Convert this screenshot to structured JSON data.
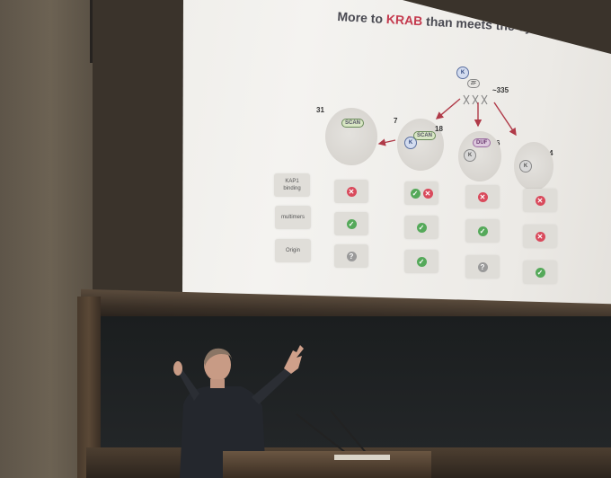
{
  "slide": {
    "title_prefix": "More to ",
    "title_highlight": "KRAB",
    "title_suffix": " than meets the eye",
    "root": {
      "k_label": "K",
      "zf_label": "ZF",
      "count": "~335"
    },
    "groups": [
      {
        "count": "31",
        "domains": [
          "SCAN"
        ]
      },
      {
        "count": "7",
        "domains": [
          "K"
        ]
      },
      {
        "count": "18",
        "domains": [
          "SCAN"
        ]
      },
      {
        "count": "6",
        "domains": [
          "K",
          "DUF"
        ]
      },
      {
        "count": "4",
        "domains": [
          "K"
        ]
      }
    ],
    "rows": [
      {
        "label": "KAP1\nbinding",
        "cells": [
          [
            "x"
          ],
          [
            "check",
            "x"
          ],
          [
            "x"
          ],
          [
            "x"
          ]
        ]
      },
      {
        "label": "multimers",
        "cells": [
          [
            "check"
          ],
          [
            "check"
          ],
          [
            "check"
          ],
          [
            "x"
          ]
        ]
      },
      {
        "label": "Origin",
        "cells": [
          [
            "q"
          ],
          [
            "check"
          ],
          [
            "q"
          ],
          [
            "check"
          ]
        ]
      }
    ],
    "colors": {
      "highlight": "#c43a4e",
      "check": "#55a95a",
      "cross": "#d94a5c",
      "unknown": "#9a9a9a"
    }
  },
  "chalkboard": {
    "text": [
      "",
      "",
      "",
      ""
    ]
  }
}
